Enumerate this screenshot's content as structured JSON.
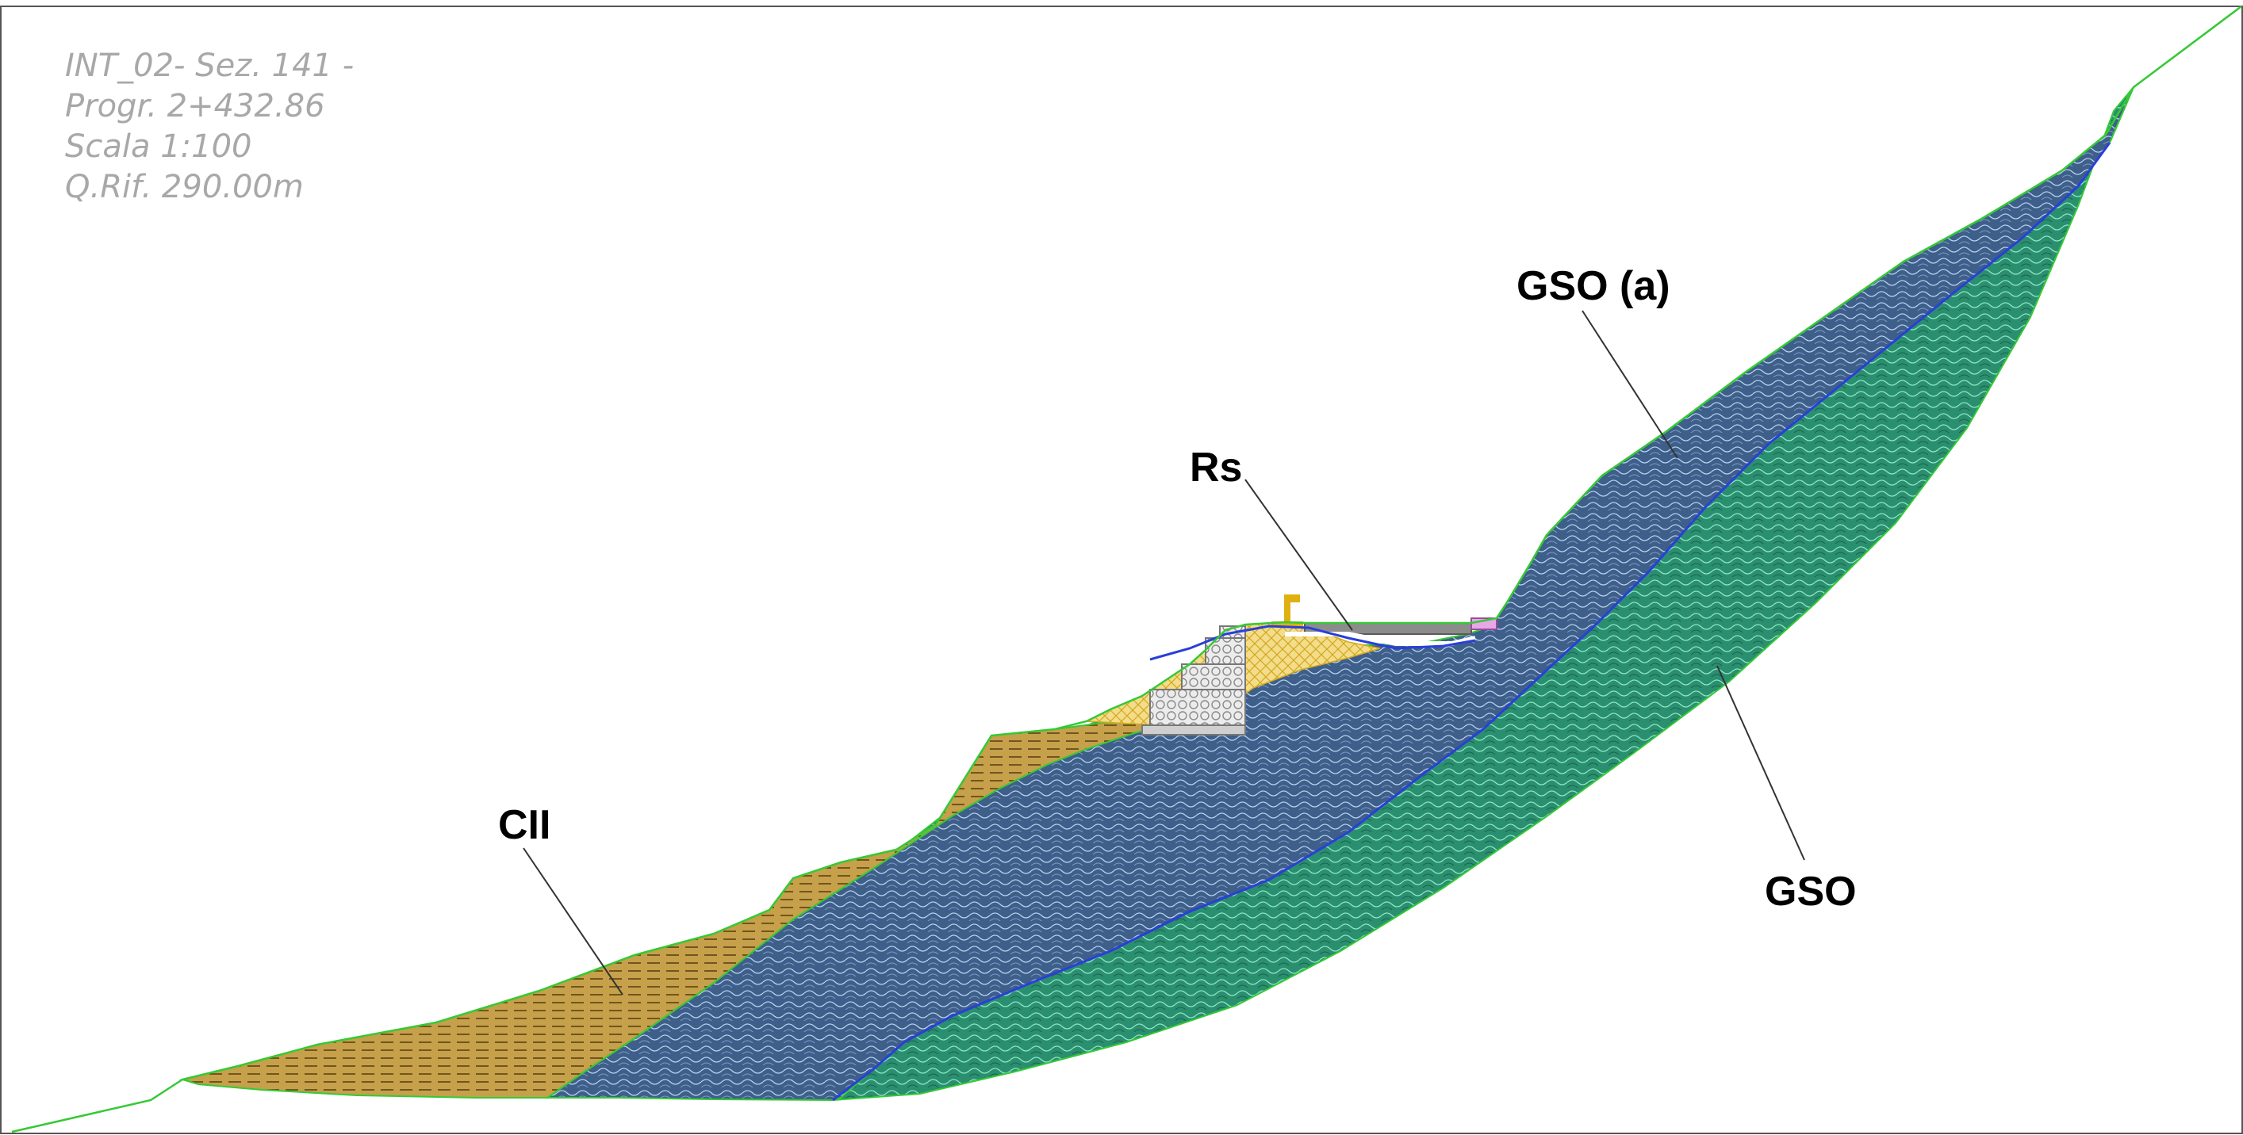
{
  "title_block": {
    "line1": "INT_02- Sez. 141 -",
    "line2": "Progr. 2+432.86",
    "line3": "Scala 1:100",
    "line4": "Q.Rif. 290.00m"
  },
  "layers": [
    {
      "id": "cii",
      "label": "CII",
      "color": "#c6a04a",
      "line_color": "#5a4312"
    },
    {
      "id": "gso-a",
      "label": "GSO (a)",
      "color": "#3e5f8a",
      "line_color": "#b8d1ee"
    },
    {
      "id": "gso",
      "label": "GSO",
      "color": "#2a8f6f",
      "line_color": "#8fe6c6"
    },
    {
      "id": "rs",
      "label": "Rs",
      "color": "#f3dc8a",
      "line_color": "#d3a81c"
    }
  ],
  "colors": {
    "ground_line": "#35c935",
    "boundary_line": "#2a3fd8",
    "frame": "#555555"
  }
}
